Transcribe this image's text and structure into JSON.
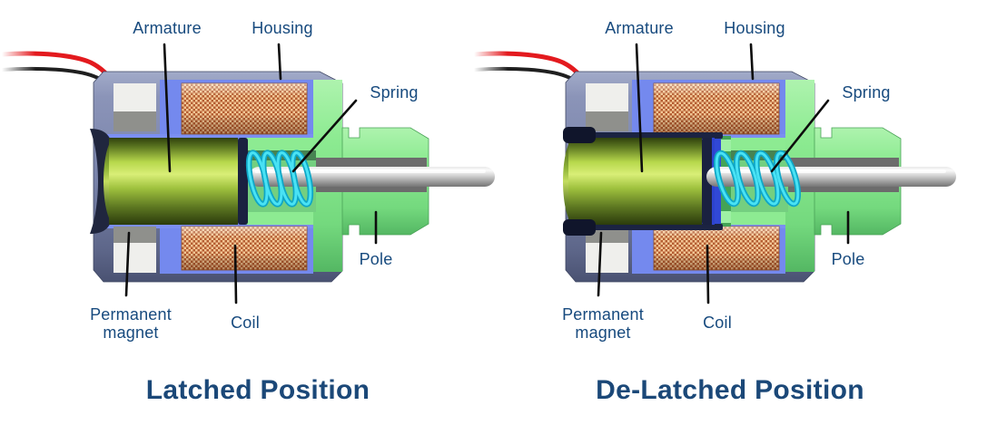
{
  "figure": {
    "background": "#ffffff",
    "description_labels_per_diagram": 6
  },
  "diagrams": [
    {
      "id": "latched",
      "state": "latched",
      "title": "Latched Position",
      "labels": {
        "armature": "Armature",
        "housing": "Housing",
        "spring": "Spring",
        "pole": "Pole",
        "permanent_magnet": "Permanent magnet",
        "coil": "Coil"
      }
    },
    {
      "id": "delatched",
      "state": "de-latched",
      "title": "De-Latched Position",
      "labels": {
        "armature": "Armature",
        "housing": "Housing",
        "spring": "Spring",
        "pole": "Pole",
        "permanent_magnet": "Permanent magnet",
        "coil": "Coil"
      }
    }
  ],
  "colors": {
    "label_text": "#174a7e",
    "title_text": "#1b4878",
    "leader_line": "#0d0d0d",
    "housing": "#7a84ab",
    "housing_light": "#a2abc9",
    "housing_dark": "#4a5272",
    "bobbin_blue": "#7489ee",
    "coil_copper": "#b55e32",
    "coil_weave_light": "#f3c795",
    "armature_green": "#9fc23e",
    "armature_highlight": "#d9ee77",
    "armature_shadow": "#2f400d",
    "end_ring_navy": "#1a2140",
    "gap_blue": "#3148d6",
    "spring_cyan": "#49e2f4",
    "spring_cyan_dark": "#0fa6c6",
    "pole_green": "#8deb92",
    "pole_green_dark": "#54b763",
    "pocket_green": "#74cf80",
    "shaft_light": "#fbfbfb",
    "shaft_dark": "#757575",
    "bore_gray": "#6c6c6c",
    "magnet_white": "#efefec",
    "magnet_gray": "#8f908c",
    "wire_red": "#e31a1e",
    "wire_black": "#1f1f1f"
  }
}
